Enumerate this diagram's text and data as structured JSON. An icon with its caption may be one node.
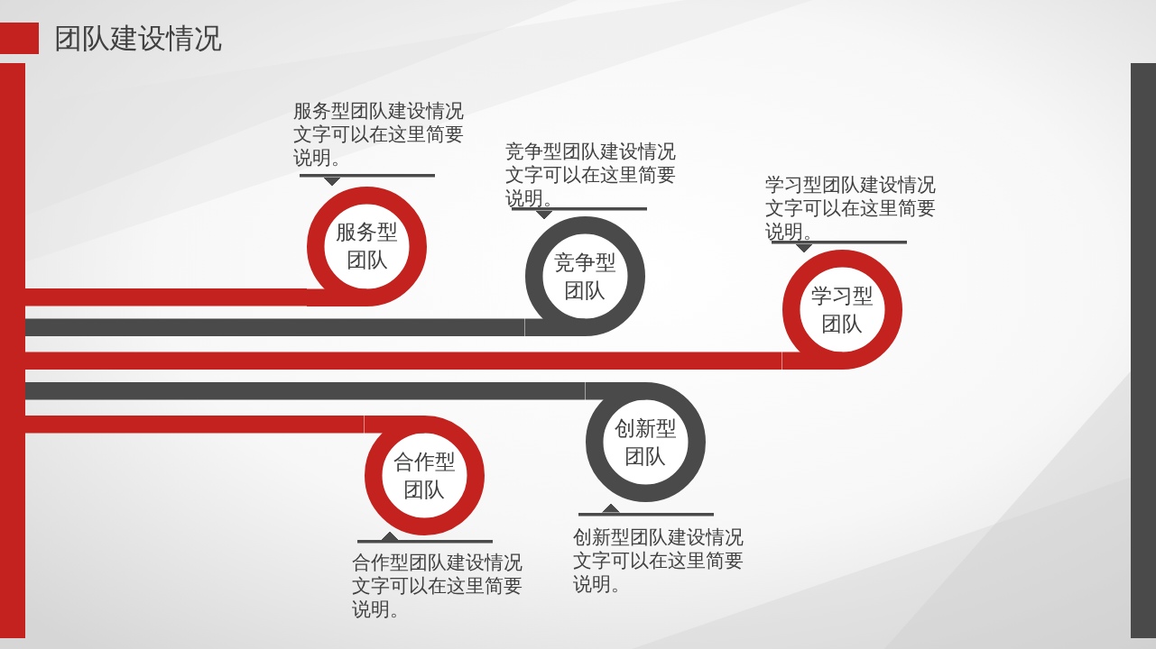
{
  "diagram": {
    "title": "团队建设情况",
    "nodes": [
      {
        "text": [],
        "shape": "bar"
      },
      {
        "text": [
          "服务型团队"
        ],
        "beside": [
          "服务型团队建设情况文字可以在这里简要说明。"
        ]
      },
      {
        "text": [
          "竞争型团队"
        ],
        "beside": [
          "竞争型团队建设情况文字可以在这里简要说明。"
        ]
      },
      {
        "text": [
          "学习型团队"
        ],
        "beside": [
          "学习型团队建设情况文字可以在这里简要说明。"
        ]
      },
      {
        "text": [
          "创新型团队"
        ],
        "beside": [
          "创新型团队建设情况文字可以在这里简要说明。"
        ]
      },
      {
        "text": [
          "合作型团队"
        ],
        "beside": [
          "合作型团队建设情况文字可以在这里简要说明。"
        ]
      },
      {
        "text": [],
        "shape": "bar"
      }
    ],
    "edges": [
      {
        "from": 0,
        "to": 1,
        "arrow": "none"
      },
      {
        "from": 0,
        "to": 2,
        "arrow": "none",
        "color": "#4a4a4a"
      },
      {
        "from": 0,
        "to": 3,
        "arrow": "none"
      },
      {
        "from": 0,
        "to": 4,
        "arrow": "none",
        "color": "#4a4a4a"
      },
      {
        "from": 0,
        "to": 5,
        "arrow": "none"
      }
    ]
  }
}
